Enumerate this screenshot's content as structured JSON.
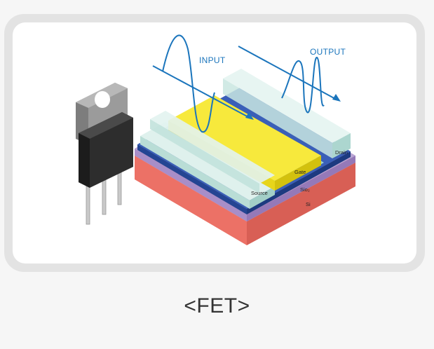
{
  "caption": "<FET>",
  "labels": {
    "input": "INPUT",
    "output": "OUTPUT",
    "source": "Source",
    "gate": "Gate",
    "drain": "Drain",
    "sio2": "Sio₂",
    "si": "Si"
  },
  "colors": {
    "wave": "#1b75bc",
    "si_layer": "#ee7b70",
    "sio2_layer": "#a98fc6",
    "channel_layer": "#2b4fa6",
    "gate_metal": "#f5e63a",
    "electrode": "#cfe9e4",
    "transistor_body": "#2b2b2b"
  },
  "icons": [
    "transistor-package-icon"
  ]
}
